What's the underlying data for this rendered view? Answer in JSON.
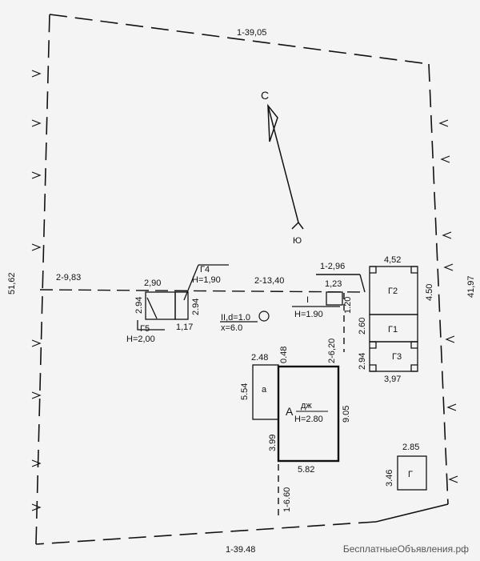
{
  "plan": {
    "boundary": {
      "top": "1-39,05",
      "bottom": "1-39.48",
      "left": "51,62",
      "right": "41,97"
    },
    "compass": {
      "north": "С",
      "south": "Ю"
    },
    "fence": {
      "left_run": "2-9,83",
      "mid_run": "2-13,40",
      "right_run": "1-2,96",
      "right_drop": "1.20"
    },
    "shed5": {
      "width": "2,90",
      "height": "2.94",
      "name": "Г5",
      "h": "H=2,00"
    },
    "shed4": {
      "width": "1,17",
      "height": "2.94",
      "name": "Г4",
      "h": "H=1,90"
    },
    "shed1": {
      "width": "1,23",
      "name": "I",
      "h": "H=1.90"
    },
    "well": {
      "line1": "II,d=1.0",
      "line2": "x=6.0"
    },
    "garages": {
      "g2": {
        "name": "Г2",
        "width": "4,52",
        "height": "4.50"
      },
      "g1": {
        "name": "Г1",
        "height": "2.60"
      },
      "g3": {
        "name": "Г3",
        "width": "3,97",
        "height": "2.94"
      }
    },
    "main_house": {
      "name": "А",
      "sub": "дж",
      "h": "H=2.80",
      "width": "5.82",
      "height": "9.05",
      "side_left": "3.99",
      "top_gap": "0.48",
      "gate": "2-6,20",
      "path": "1-6.60"
    },
    "annex": {
      "name": "а",
      "width": "2.48",
      "height": "5.54"
    },
    "garage_g": {
      "name": "Г",
      "width": "2.85",
      "height": "3.46"
    }
  },
  "watermark": "БесплатныеОбъявления.рф"
}
